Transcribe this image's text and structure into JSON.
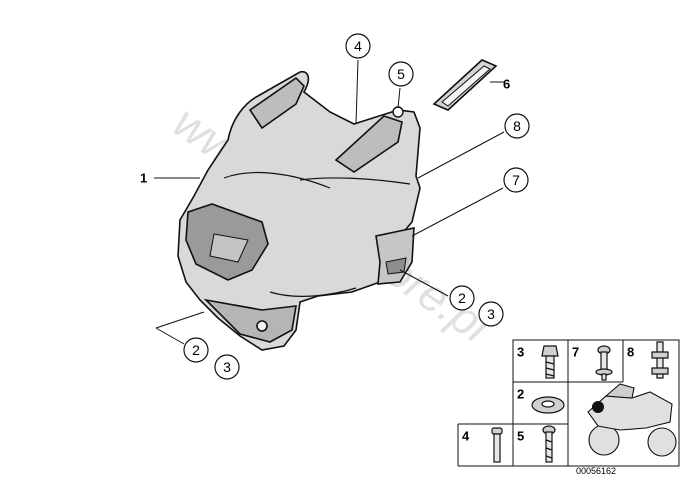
{
  "diagram": {
    "id": "00056162",
    "watermark": "www.BMWstore.pl",
    "leader_label": "1"
  },
  "callouts": [
    {
      "key": "c4",
      "label": "4"
    },
    {
      "key": "c5",
      "label": "5"
    },
    {
      "key": "c6",
      "label": "6"
    },
    {
      "key": "c8",
      "label": "8"
    },
    {
      "key": "c7",
      "label": "7"
    },
    {
      "key": "c2r",
      "label": "2"
    },
    {
      "key": "c3r",
      "label": "3"
    },
    {
      "key": "c2l",
      "label": "2"
    },
    {
      "key": "c3l",
      "label": "3"
    }
  ],
  "parts_grid": [
    {
      "key": "g3",
      "label": "3"
    },
    {
      "key": "g7",
      "label": "7"
    },
    {
      "key": "g8",
      "label": "8"
    },
    {
      "key": "g2",
      "label": "2"
    },
    {
      "key": "g4",
      "label": "4"
    },
    {
      "key": "g5",
      "label": "5"
    }
  ]
}
